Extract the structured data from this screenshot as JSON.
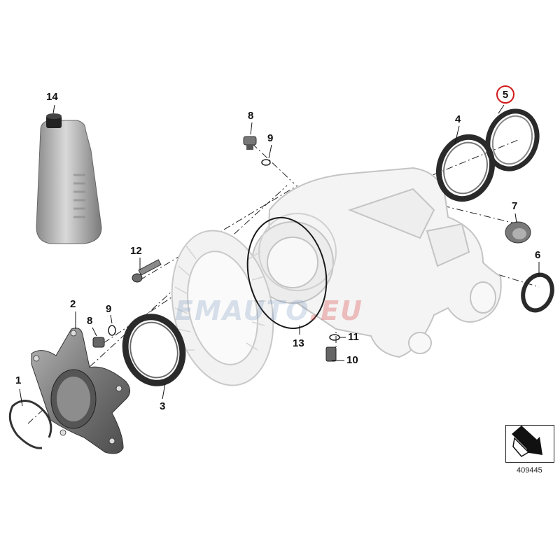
{
  "diagram": {
    "callouts": [
      {
        "id": "1",
        "label": "1"
      },
      {
        "id": "2",
        "label": "2"
      },
      {
        "id": "3",
        "label": "3"
      },
      {
        "id": "4",
        "label": "4"
      },
      {
        "id": "5",
        "label": "5",
        "highlighted": true,
        "highlight_color": "#d21a1a"
      },
      {
        "id": "6",
        "label": "6"
      },
      {
        "id": "7",
        "label": "7"
      },
      {
        "id": "8a",
        "label": "8"
      },
      {
        "id": "8b",
        "label": "8"
      },
      {
        "id": "9a",
        "label": "9"
      },
      {
        "id": "9b",
        "label": "9"
      },
      {
        "id": "10",
        "label": "10"
      },
      {
        "id": "11",
        "label": "11"
      },
      {
        "id": "12",
        "label": "12"
      },
      {
        "id": "13",
        "label": "13"
      },
      {
        "id": "14",
        "label": "14"
      }
    ],
    "reference_number": "409445",
    "watermark": {
      "part1": "EMAUTO",
      "part2": ".EU"
    }
  }
}
